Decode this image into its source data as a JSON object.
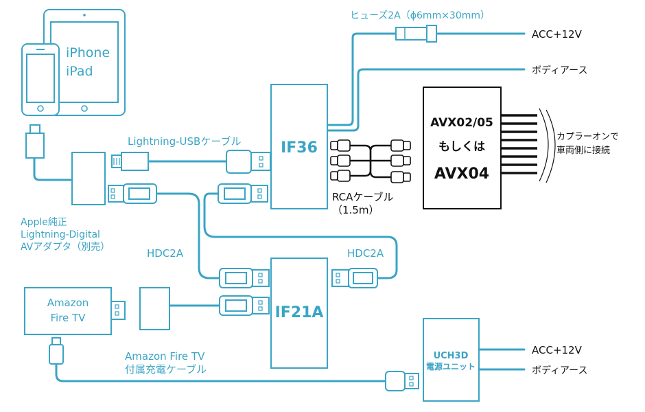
{
  "colors": {
    "line": "#3aa4c4",
    "box": "#3aa4c4",
    "text_blue": "#3aa4c4",
    "text_black": "#111111",
    "cable_black": "#111111"
  },
  "devices": {
    "iphone_label_1": "iPhone",
    "iphone_label_2": "iPad",
    "if36": "IF36",
    "if21a": "IF21A",
    "avx_line1": "AVX02/05",
    "avx_line2": "もしくは",
    "avx_line3": "AVX04",
    "uch_line1": "UCH3D",
    "uch_line2": "電源ユニット",
    "amazon_line1": "Amazon",
    "amazon_line2": "Fire TV"
  },
  "labels": {
    "fuse": "ヒューズ2A（ϕ6mm×30mm）",
    "acc_top": "ACC+12V",
    "ground_top": "ボディアース",
    "lightning_usb": "Lightning-USBケーブル",
    "coupler_1": "カプラーオンで",
    "coupler_2": "車両側に接続",
    "rca_1": "RCAケーブル",
    "rca_2": "（1.5m）",
    "adapter_1": "Apple純正",
    "adapter_2": "Lightning-Digital",
    "adapter_3": "AVアダプタ（別売）",
    "hdc2a_left": "HDC2A",
    "hdc2a_right": "HDC2A",
    "fire_cable_1": "Amazon Fire TV",
    "fire_cable_2": "付属充電ケーブル",
    "acc_bottom": "ACC+12V",
    "ground_bottom": "ボディアース"
  }
}
